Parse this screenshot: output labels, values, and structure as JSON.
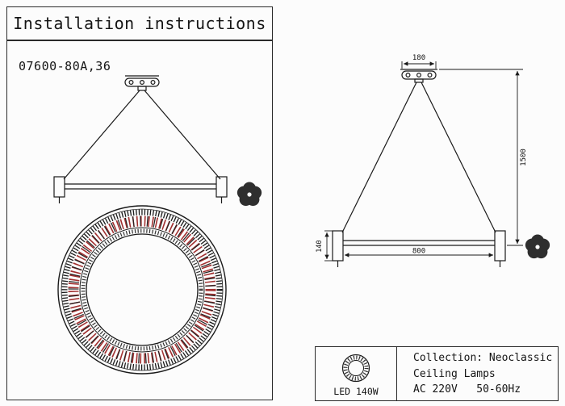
{
  "header": {
    "title": "Installation instructions"
  },
  "left_panel": {
    "model": "07600-80A,36"
  },
  "dimensions": {
    "mount_width": "180",
    "drop_height": "1500",
    "ring_width": "800",
    "ring_thickness": "140"
  },
  "spec_box": {
    "lamp": "LED 140W",
    "line1": "Collection: Neoclassic",
    "line2": "Ceiling Lamps",
    "line3": "AC 220V   50-60Hz"
  },
  "colors": {
    "line": "#1a1a1a",
    "accent_red": "#a23030",
    "icon_dark": "#2e2e2e"
  }
}
